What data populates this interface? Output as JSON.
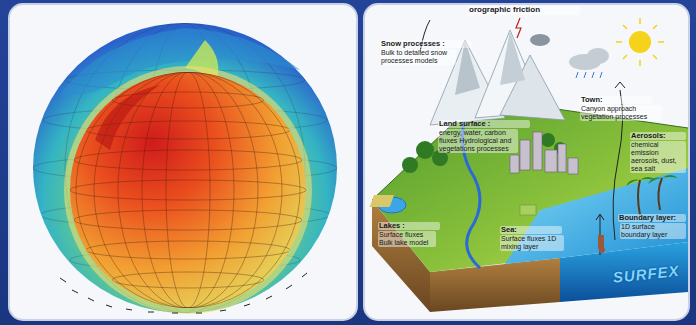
{
  "diagram": {
    "labels": [
      "orographic friction",
      "Snow processes :",
      "Bulk to detailed snow processes models",
      "Town:",
      "Canyon approach vegetation processes",
      "Land surface :",
      "energy, water, carbon fluxes Hydrological and vegetations processes",
      "Aerosols:",
      "chemical emission aerosols, dust, sea salt",
      "Lakes :",
      "Surface fluxes Bulk lake model",
      "Sea:",
      "Surface fluxes 1D mixing layer",
      "Boundary layer:",
      "1D surface boundary layer",
      "SURFEX"
    ]
  }
}
